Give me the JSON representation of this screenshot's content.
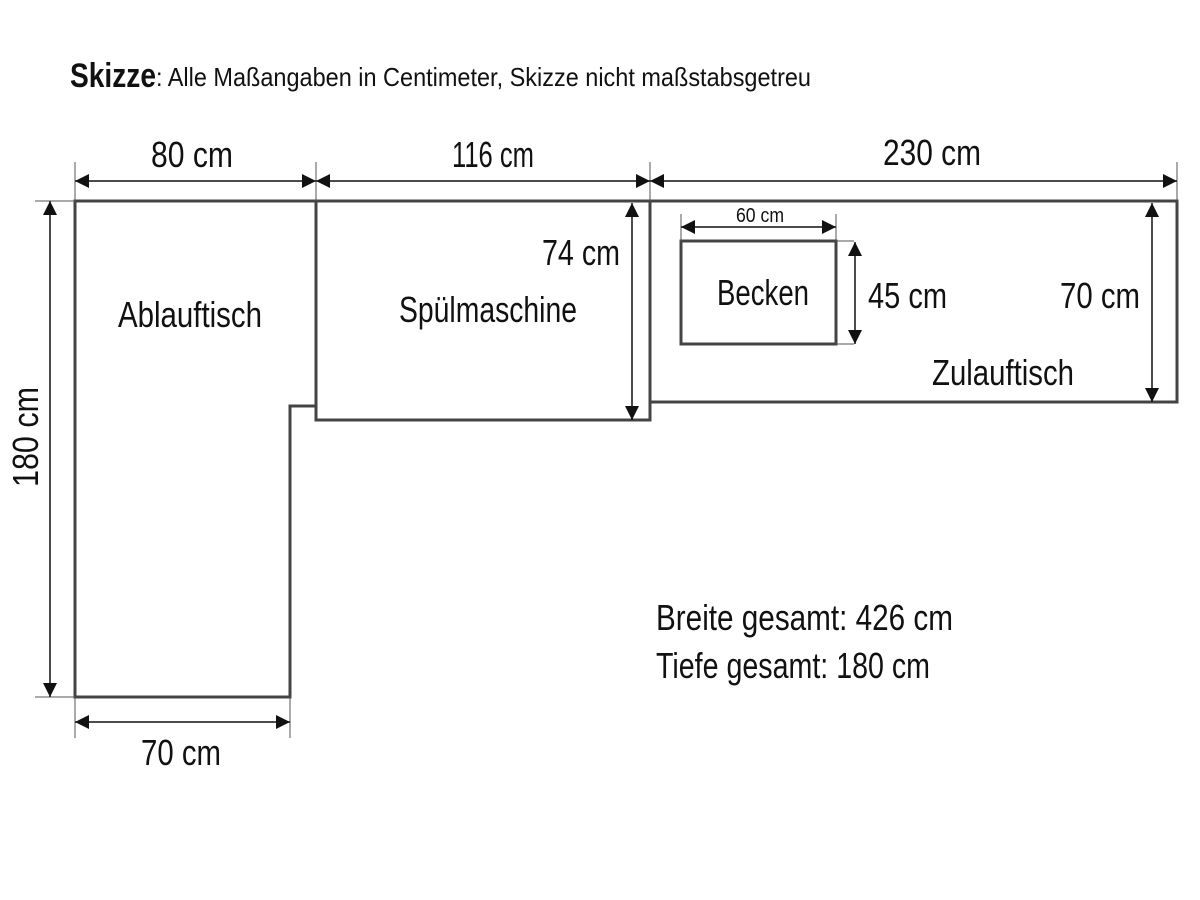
{
  "title": {
    "bold": "Skizze",
    "rest": ": Alle Maßangaben in Centimeter, Skizze nicht maßstabsgetreu"
  },
  "sections": {
    "ablauftisch": "Ablauftisch",
    "spuelmaschine": "Spülmaschine",
    "becken": "Becken",
    "zulauftisch": "Zulauftisch"
  },
  "dimensions": {
    "ablauf_width_top": "80 cm",
    "spuel_width": "116 cm",
    "zulauf_width": "230 cm",
    "spuel_depth": "74 cm",
    "becken_width": "60 cm",
    "becken_depth": "45 cm",
    "zulauf_depth": "70 cm",
    "total_depth_left": "180 cm",
    "ablauf_width_bottom": "70 cm"
  },
  "totals": {
    "width": "Breite gesamt: 426 cm",
    "depth": "Tiefe gesamt: 180 cm"
  }
}
